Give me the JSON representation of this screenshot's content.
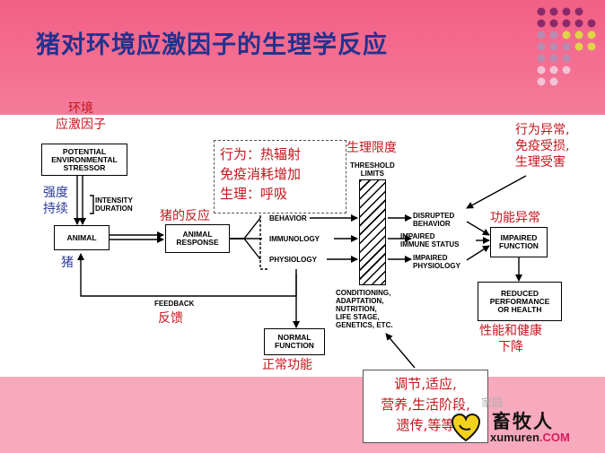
{
  "slide": {
    "title": "猪对环境应激因子的生理学反应"
  },
  "boxes": {
    "potential_stressor": "POTENTIAL\nENVIRONMENTAL\nSTRESSOR",
    "animal": "ANIMAL",
    "animal_response": "ANIMAL\nRESPONSE",
    "disrupted_behavior": "DISRUPTED\nBEHAVIOR",
    "impaired_immune": "IMPAIRED\nIMMUNE STATUS",
    "impaired_physiology": "IMPAIRED\nPHYSIOLOGY",
    "impaired_function": "IMPAIRED\nFUNCTION",
    "reduced_performance": "REDUCED\nPERFORMANCE\nOR HEALTH",
    "normal_function": "NORMAL\nFUNCTION"
  },
  "labels": {
    "intensity_duration": "INTENSITY\nDURATION",
    "behavior": "BEHAVIOR",
    "immunology": "IMMUNOLOGY",
    "physiology": "PHYSIOLOGY",
    "threshold_limits": "THRESHOLD\nLIMITS",
    "feedback": "FEEDBACK",
    "modifiers": "CONDITIONING,\nADAPTATION,\nNUTRITION,\nLIFE STAGE,\nGENETICS, ETC."
  },
  "annotations": {
    "environment_stressor": "环境\n应激因子",
    "intensity_duration_cn": "强度\n持续",
    "pig": "猪",
    "pig_response": "猪的反应",
    "response_types": "行为：热辐射\n免疫消耗增加\n生理：呼吸",
    "physiological_limit": "生理限度",
    "abnormal": "行为异常,\n免疫受损,\n生理受害",
    "function_abnormal": "功能异常",
    "feedback_cn": "反馈",
    "normal_function_cn": "正常功能",
    "performance_health_down": "性能和健康\n下降",
    "modifiers_cn": "调节,适应,\n营养,生活阶段,\n遗传,等等"
  },
  "logo": {
    "name": "畜牧人",
    "url_main": "xumuren",
    "url_suffix": ".COM",
    "watermark_tail": "家园"
  },
  "colors": {
    "header": "#f35f86",
    "footer": "#f7a9bd",
    "title": "#23318f",
    "annotation_red": "#c4161c",
    "annotation_blue": "#2a3a9a"
  }
}
